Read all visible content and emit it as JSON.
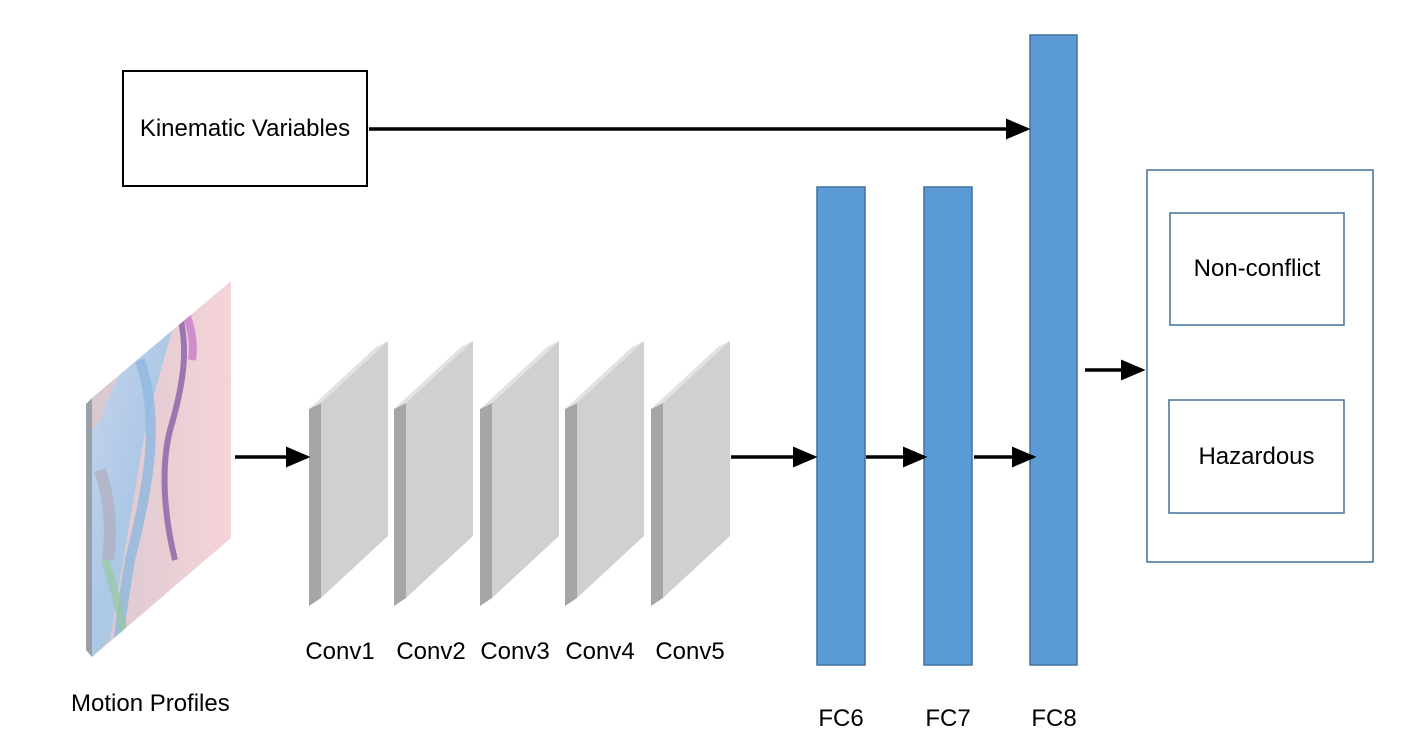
{
  "input_label": "Motion Profiles",
  "kinematic_label": "Kinematic Variables",
  "conv_layers": [
    "Conv1",
    "Conv2",
    "Conv3",
    "Conv4",
    "Conv5"
  ],
  "fc_layers": [
    "FC6",
    "FC7",
    "FC8"
  ],
  "outputs": [
    "Non-conflict",
    "Hazardous"
  ],
  "colors": {
    "fc_fill": "#5b9bd5",
    "fc_stroke": "#41719c",
    "output_stroke": "#41719c",
    "conv_front": "#d0d0d0",
    "conv_top": "#e2e2e2",
    "conv_side": "#a6a6a6",
    "arrow": "#000000"
  }
}
